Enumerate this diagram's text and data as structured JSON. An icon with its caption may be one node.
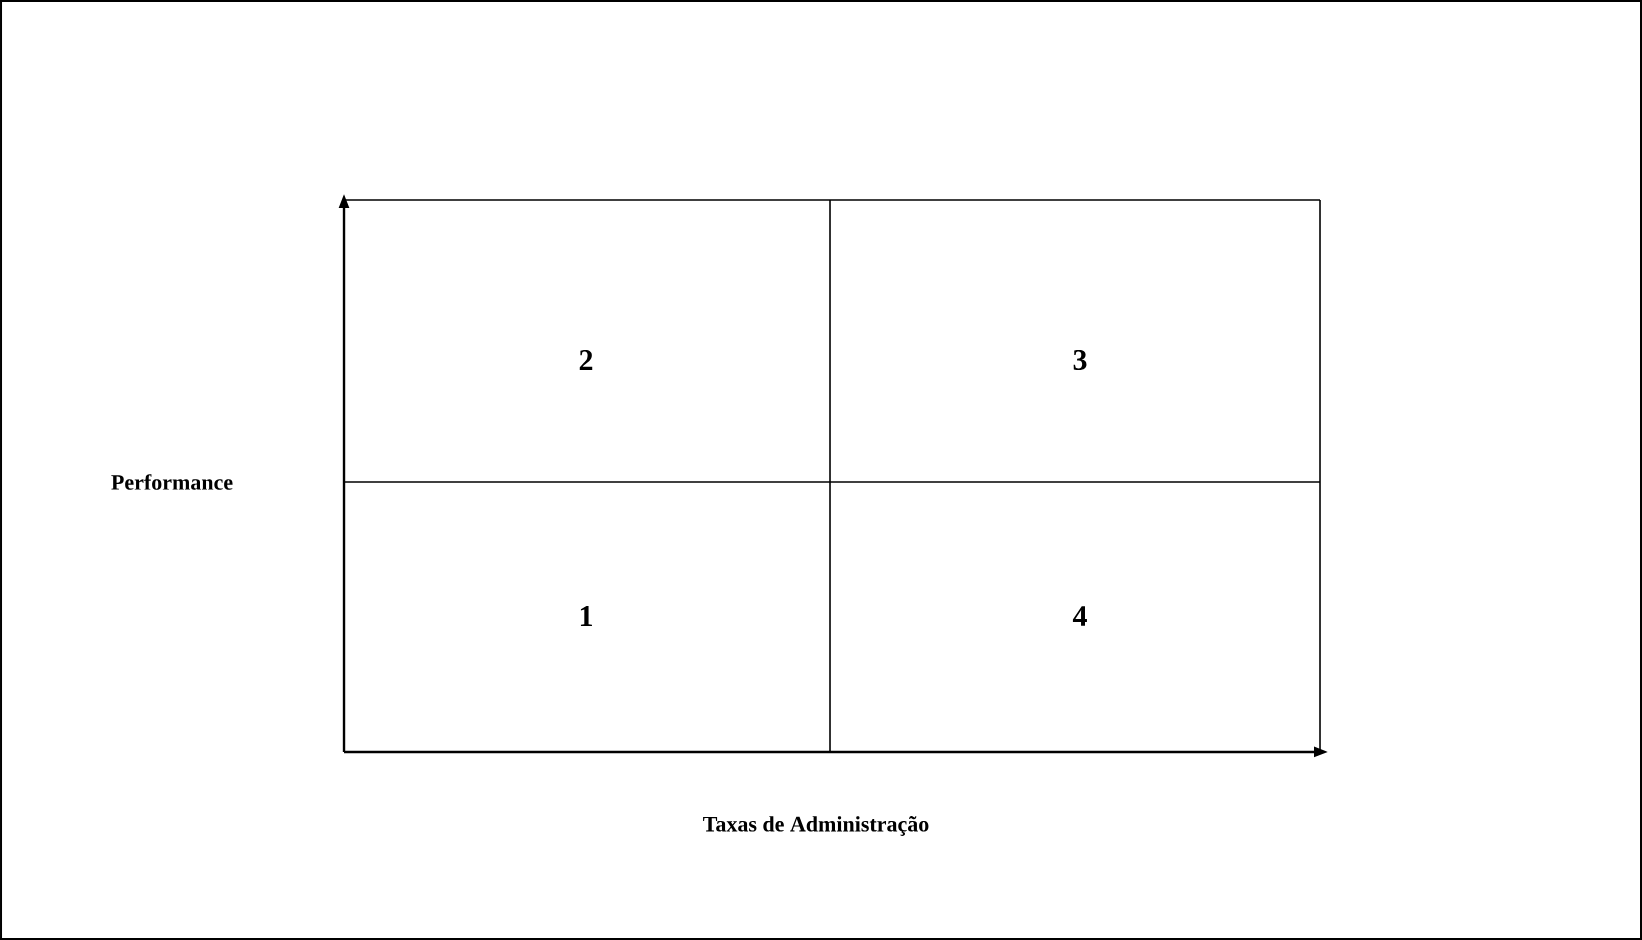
{
  "diagram": {
    "labels": [
      "2",
      "3",
      "Performance",
      "1",
      "4",
      "Taxas de Administração"
    ]
  }
}
